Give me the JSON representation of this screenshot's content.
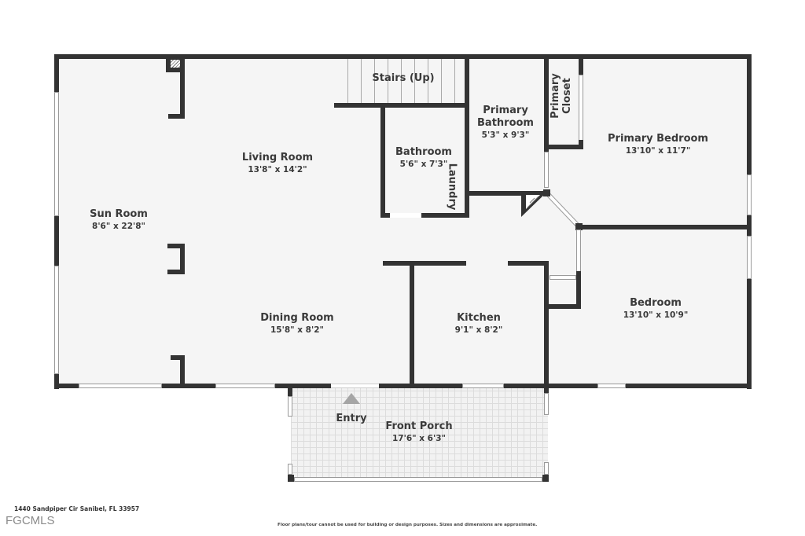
{
  "floor_plan": {
    "rooms": [
      {
        "id": "sun-room",
        "name": "Sun Room",
        "dimensions": "8'6\" x 22'8\""
      },
      {
        "id": "living-room",
        "name": "Living Room",
        "dimensions": "13'8\" x 14'2\""
      },
      {
        "id": "dining-room",
        "name": "Dining Room",
        "dimensions": "15'8\" x 8'2\""
      },
      {
        "id": "stairs",
        "name": "Stairs (Up)",
        "dimensions": ""
      },
      {
        "id": "bathroom",
        "name": "Bathroom",
        "dimensions": "5'6\" x 7'3\""
      },
      {
        "id": "laundry",
        "name": "Laundry",
        "dimensions": ""
      },
      {
        "id": "primary-bathroom",
        "name_line1": "Primary",
        "name_line2": "Bathroom",
        "dimensions": "5'3\" x 9'3\""
      },
      {
        "id": "primary-closet",
        "name_line1": "Primary",
        "name_line2": "Closet",
        "dimensions": ""
      },
      {
        "id": "primary-bedroom",
        "name": "Primary Bedroom",
        "dimensions": "13'10\" x 11'7\""
      },
      {
        "id": "kitchen",
        "name": "Kitchen",
        "dimensions": "9'1\" x 8'2\""
      },
      {
        "id": "bedroom",
        "name": "Bedroom",
        "dimensions": "13'10\" x 10'9\""
      },
      {
        "id": "entry",
        "name": "Entry",
        "dimensions": ""
      },
      {
        "id": "front-porch",
        "name": "Front Porch",
        "dimensions": "17'6\" x 6'3\""
      }
    ]
  },
  "footer": {
    "address": "1440 Sandpiper Cir Sanibel, FL 33957",
    "logo": "FGCMLS",
    "disclaimer": "Floor plans/tour cannot be used for building or design purposes. Sizes and dimensions are approximate."
  },
  "colors": {
    "wall": "#333333",
    "floor": "#f5f5f5",
    "text": "#3a3a3a",
    "entry_arrow": "#a5a5a5"
  }
}
